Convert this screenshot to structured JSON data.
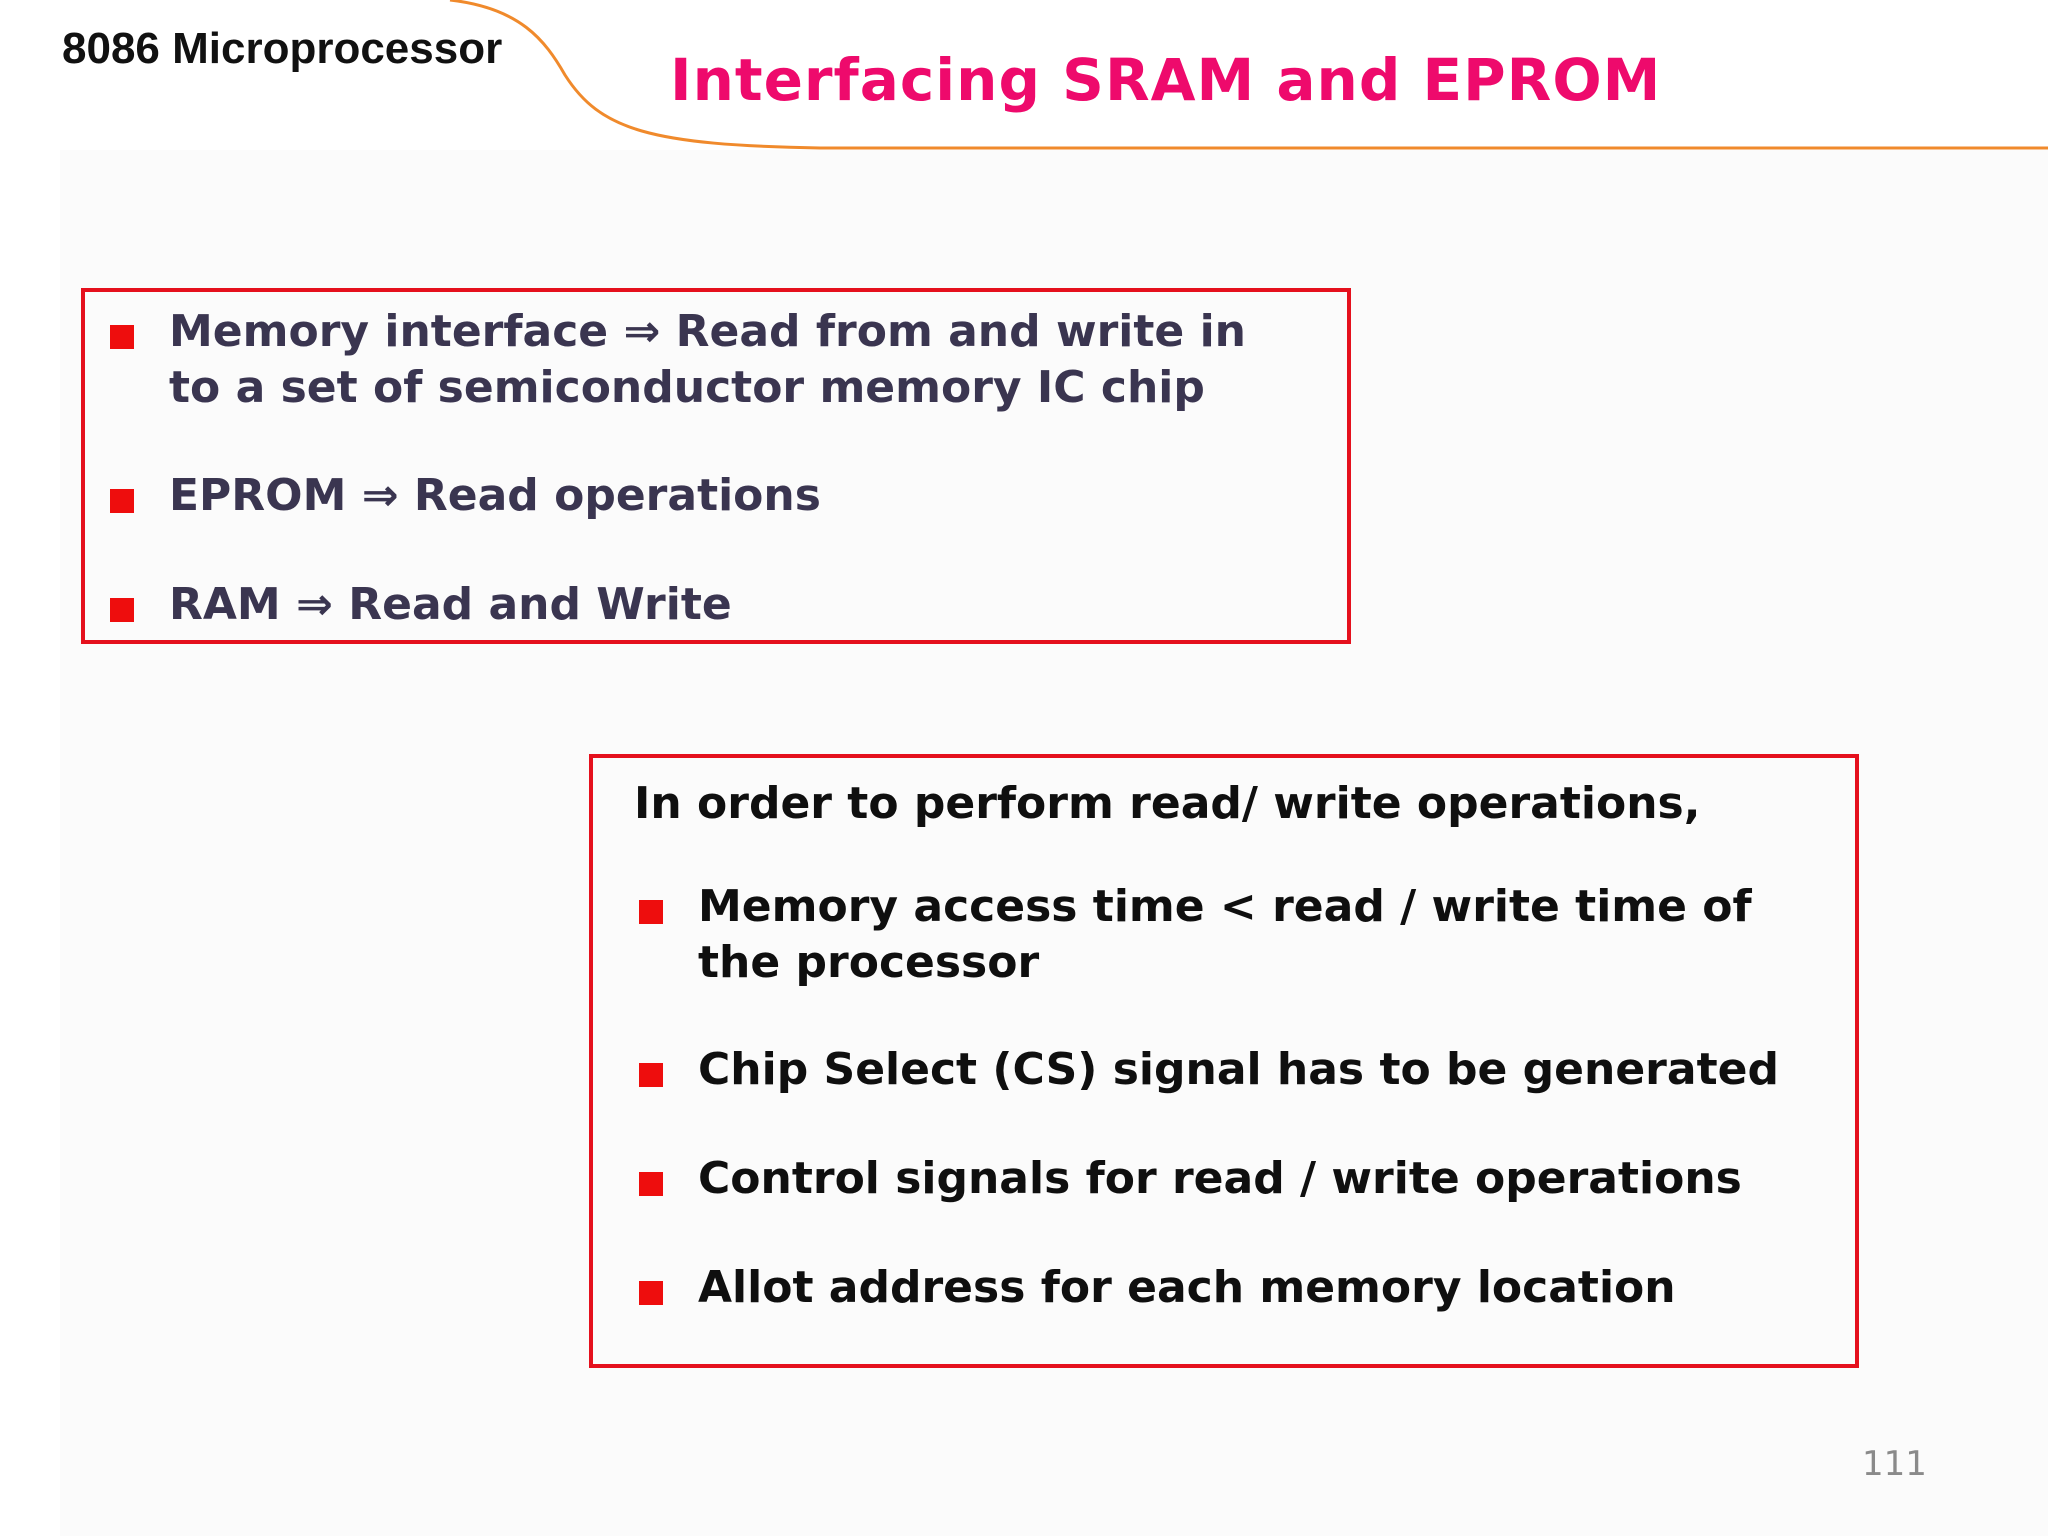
{
  "header": {
    "course_title": "8086 Microprocessor",
    "slide_title": "Interfacing SRAM and EPROM",
    "curve_color": "#f08a2c",
    "title_color": "#ee0a6c"
  },
  "box1": {
    "items": [
      {
        "line1": "Memory interface  ⇒  Read from and write in",
        "line2": "to a set of semiconductor memory IC chip"
      },
      {
        "line1": "EPROM ⇒   Read operations"
      },
      {
        "line1": "RAM ⇒   Read and Write"
      }
    ]
  },
  "box2": {
    "intro": "In order to perform read/ write operations,",
    "items": [
      {
        "line1": "Memory access time <   read  / write time of",
        "line2": "the processor"
      },
      {
        "line1": "Chip Select (CS) signal has to be generated"
      },
      {
        "line1": "Control signals for read  / write operations"
      },
      {
        "line1": "Allot address for each memory location"
      }
    ]
  },
  "footer": {
    "page_number": "111"
  },
  "colors": {
    "box_border": "#e5101d",
    "bullet": "#ee0d0d"
  }
}
